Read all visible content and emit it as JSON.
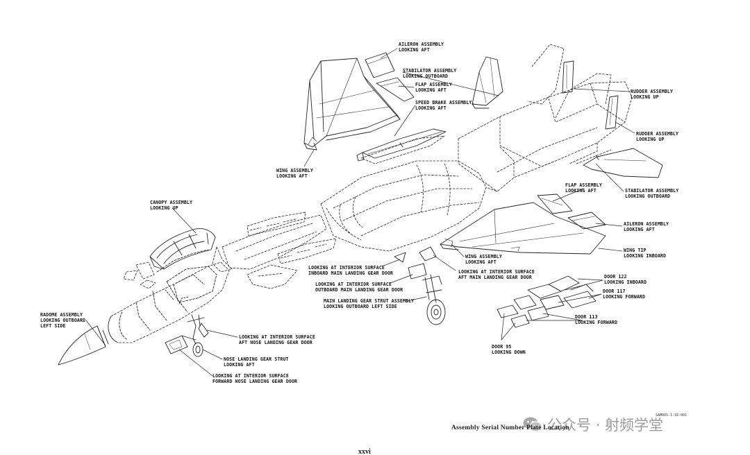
{
  "labels": {
    "aileron_top": [
      "AILERON ASSEMBLY",
      "LOOKING AFT"
    ],
    "stabilator_top": [
      "STABILATOR ASSEMBLY",
      "LOOKING OUTBOARD"
    ],
    "flap_top": [
      "FLAP ASSEMBLY",
      "LOOKING AFT"
    ],
    "speed_brake": [
      "SPEED BRAKE ASSEMBLY,",
      "LOOKING AFT"
    ],
    "wing_top": [
      "WING ASSEMBLY",
      "LOOKING AFT"
    ],
    "rudder_1": [
      "RUDDER ASSEMBLY",
      "LOOKING UP"
    ],
    "rudder_2": [
      "RUDDER ASSEMBLY",
      "LOOKING UP"
    ],
    "stabilator_right": [
      "STABILATOR ASSEMBLY",
      "LOOKING OUTBOARD"
    ],
    "flap_right": [
      "FLAP ASSEMBLY",
      "LOOKING AFT"
    ],
    "aileron_right": [
      "AILERON ASSEMBLY",
      "LOOKING AFT"
    ],
    "wing_tip": [
      "WING TIP",
      "LOOKING INBOARD"
    ],
    "wing_bottom": [
      "WING ASSEMBLY",
      "LOOKING AFT"
    ],
    "canopy": [
      "CANOPY ASSEMBLY",
      "LOOKING UP"
    ],
    "radome": [
      "RADOME ASSEMBLY",
      "LOOKING OUTBOARD",
      "LEFT SIDE"
    ],
    "inboard_door": [
      "LOOKING AT INTERIOR SURFACE",
      "INBOARD MAIN LANDING GEAR DOOR"
    ],
    "outboard_door": [
      "LOOKING AT INTERIOR SURFACE",
      "OUTBOARD MAIN LANDING GEAR DOOR"
    ],
    "main_strut": [
      "MAIN LANDING GEAR STRUT ASSEMBLY",
      "LOOKING OUTBOARD LEFT SIDE"
    ],
    "aft_main_door": [
      "LOOKING AT INTERIOR SURFACE",
      "AFT MAIN LANDING GEAR DOOR"
    ],
    "aft_nose_door": [
      "LOOKING AT INTERIOR SURFACE",
      "AFT NOSE LANDING GEAR DOOR"
    ],
    "nose_strut": [
      "NOSE LANDING GEAR STRUT",
      "LOOKING AFT"
    ],
    "fwd_nose_door": [
      "LOOKING AT INTERIOR SURFACE",
      "FORWARD NOSE LANDING GEAR DOOR"
    ],
    "door_122": [
      "DOOR 122",
      "LOOKING INBOARD"
    ],
    "door_117": [
      "DOOR 117",
      "LOOKING FORWARD"
    ],
    "door_113": [
      "DOOR 113",
      "LOOKING FORWARD"
    ],
    "door_95": [
      "DOOR 95",
      "LOOKING DOWN"
    ]
  },
  "caption": "Assembly Serial Number Plate Location",
  "figure_code": "SAM001-1-32-001",
  "page_number": "xxvi",
  "watermark": {
    "text": "公众号 · 射频学堂",
    "icon": "wechat-icon",
    "color": "#8a8a8a"
  },
  "colors": {
    "line": "#222222",
    "background": "#ffffff"
  }
}
